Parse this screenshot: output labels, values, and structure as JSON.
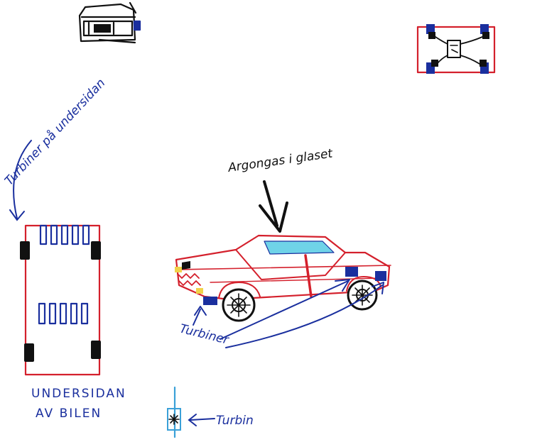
{
  "labels": {
    "argon": "Argongas i glaset",
    "turbiner_underside": "Turbiner på undersidan",
    "turbiner_car": "Turbiner",
    "underside_line1": "UNDERSIDAN",
    "underside_line2": "AV BILEN",
    "turbin": "Turbin"
  },
  "colors": {
    "ink_black": "#111111",
    "ink_red": "#d4202c",
    "ink_blue": "#1a2f9e",
    "glass_cyan": "#6fd3e8",
    "light_yellow": "#f0d24a",
    "board": "#ffffff"
  }
}
